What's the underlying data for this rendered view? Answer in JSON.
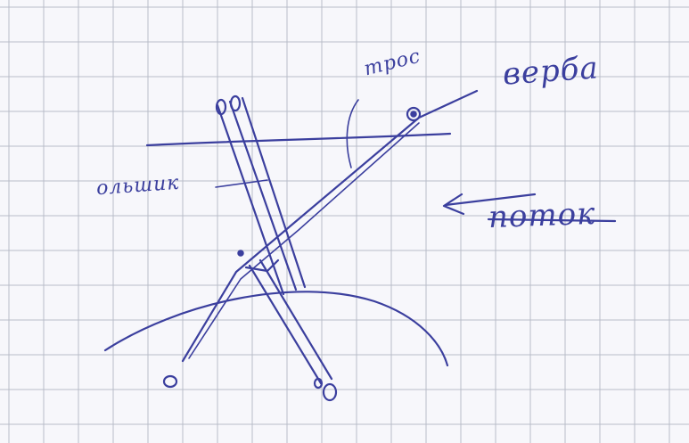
{
  "labels": {
    "top": "верба",
    "rope": "трос",
    "flow": "поток",
    "left": "ольшик"
  },
  "colors": {
    "paper": "#f7f7fb",
    "grid": "#b9bcc8",
    "ink": "#3b3f9e"
  }
}
